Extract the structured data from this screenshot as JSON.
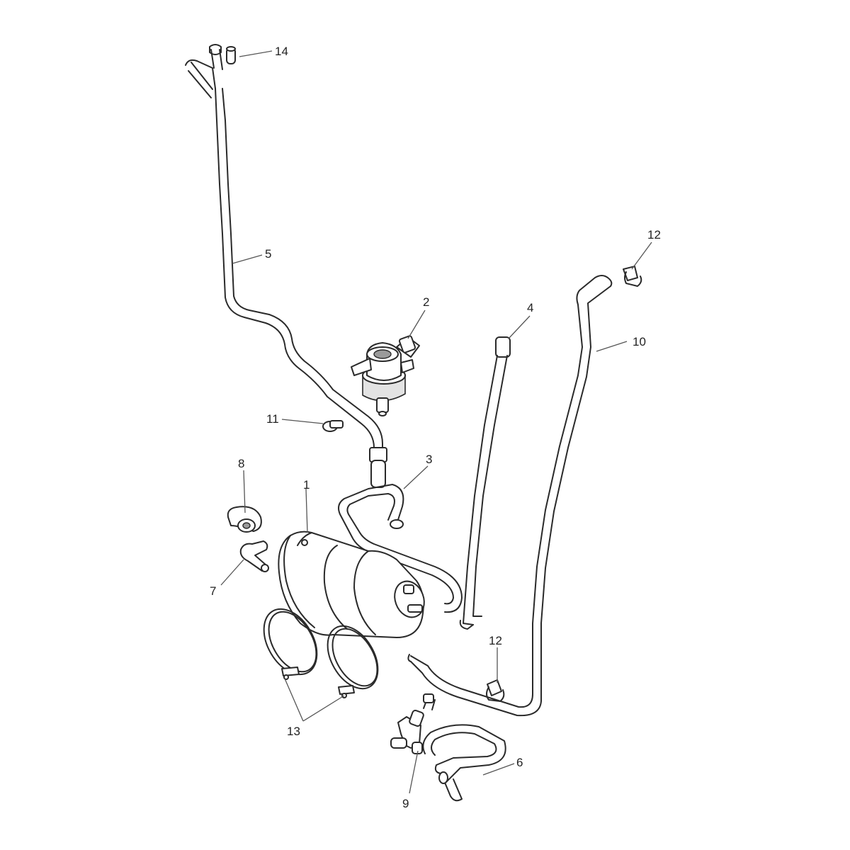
{
  "diagram": {
    "callouts": [
      {
        "id": "c1",
        "label": "1"
      },
      {
        "id": "c2",
        "label": "2"
      },
      {
        "id": "c3",
        "label": "3"
      },
      {
        "id": "c4",
        "label": "4"
      },
      {
        "id": "c5",
        "label": "5"
      },
      {
        "id": "c6",
        "label": "6"
      },
      {
        "id": "c7",
        "label": "7"
      },
      {
        "id": "c8",
        "label": "8"
      },
      {
        "id": "c9",
        "label": "9"
      },
      {
        "id": "c10",
        "label": "10"
      },
      {
        "id": "c11",
        "label": "11"
      },
      {
        "id": "c12a",
        "label": "12"
      },
      {
        "id": "c12b",
        "label": "12"
      },
      {
        "id": "c13",
        "label": "13"
      },
      {
        "id": "c14",
        "label": "14"
      }
    ]
  }
}
